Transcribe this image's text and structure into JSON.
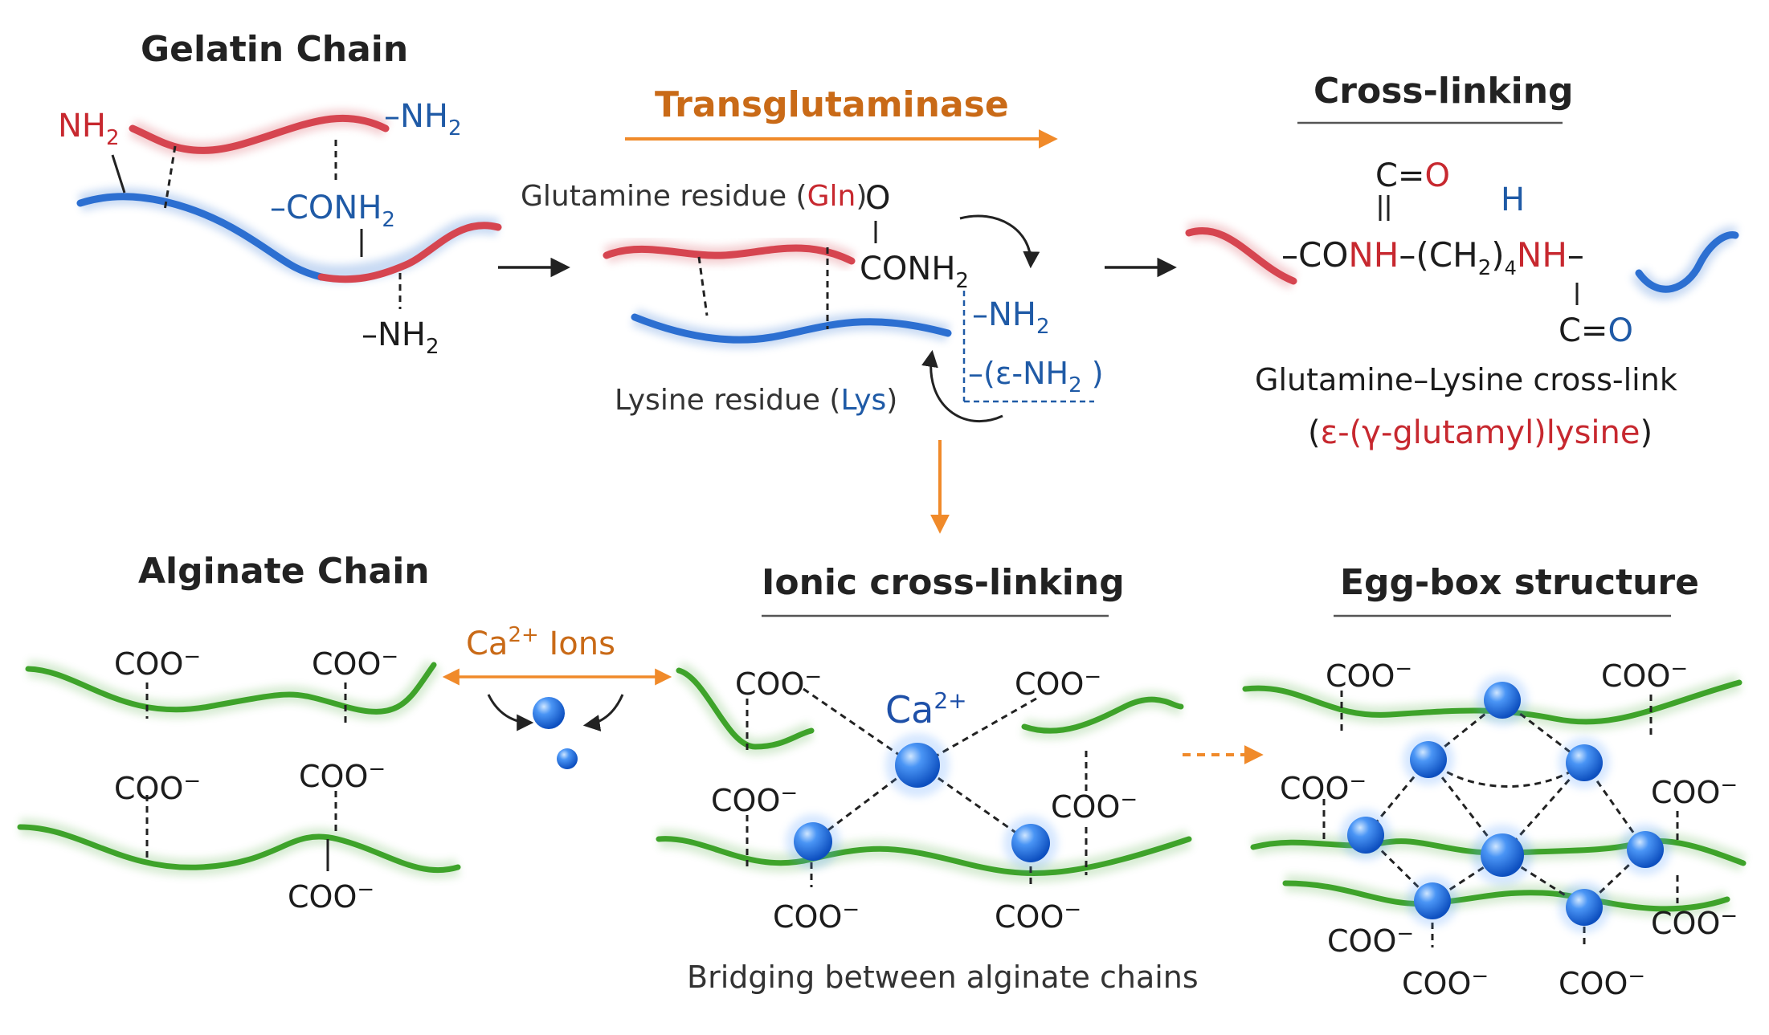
{
  "gelatin": {
    "title": "Gelatin Chain",
    "nh2_left": "NH",
    "nh2_top_right": "–NH",
    "conh2_mid": "–CONH",
    "nh2_bottom": "–NH",
    "sub2": "2"
  },
  "enzyme": {
    "label": "Transglutaminase"
  },
  "reaction": {
    "gln_prefix": "Glutamine residue (",
    "gln_abbr": "Gln",
    "close_paren": ")",
    "carbonyl_o": "O",
    "conh2": "CONH",
    "nh2": "–NH",
    "eps_nh2": "–(ε-NH",
    "eps_close": " )",
    "lys_prefix": "Lysine residue (",
    "lys_abbr": "Lys"
  },
  "crosslink": {
    "title": "Cross-linking",
    "co_top": "C=O",
    "h": "H",
    "formula_co": "–CO",
    "formula_nh": "NH",
    "formula_mid": "–(CH",
    "formula_sub2": "2",
    "formula_close": ")",
    "formula_sub4": "4",
    "formula_nh2": "NH",
    "formula_dash": "–",
    "co_bottom": "C=O",
    "caption": "Glutamine–Lysine cross-link",
    "caption2_open": "(",
    "caption2_name": "ε-(γ-glutamyl)",
    "caption2_rest": "lysine",
    "caption2_close": ")"
  },
  "alginate": {
    "title": "Alginate Chain",
    "coo": "COO",
    "minus": "−"
  },
  "ca_ions": {
    "label_ca": "Ca",
    "label_charge": "2+",
    "label_rest": " Ions"
  },
  "ionic": {
    "title": "Ionic cross-linking",
    "ca": "Ca",
    "charge": "2+",
    "caption": "Bridging between alginate chains"
  },
  "eggbox": {
    "title": "Egg-box structure"
  },
  "colors": {
    "gelatin_red": "#d64550",
    "gelatin_blue": "#2c6fd1",
    "alginate_green": "#3ea32a",
    "arrow_orange": "#f08a2a",
    "ion_blue": "#1f6fe0"
  }
}
